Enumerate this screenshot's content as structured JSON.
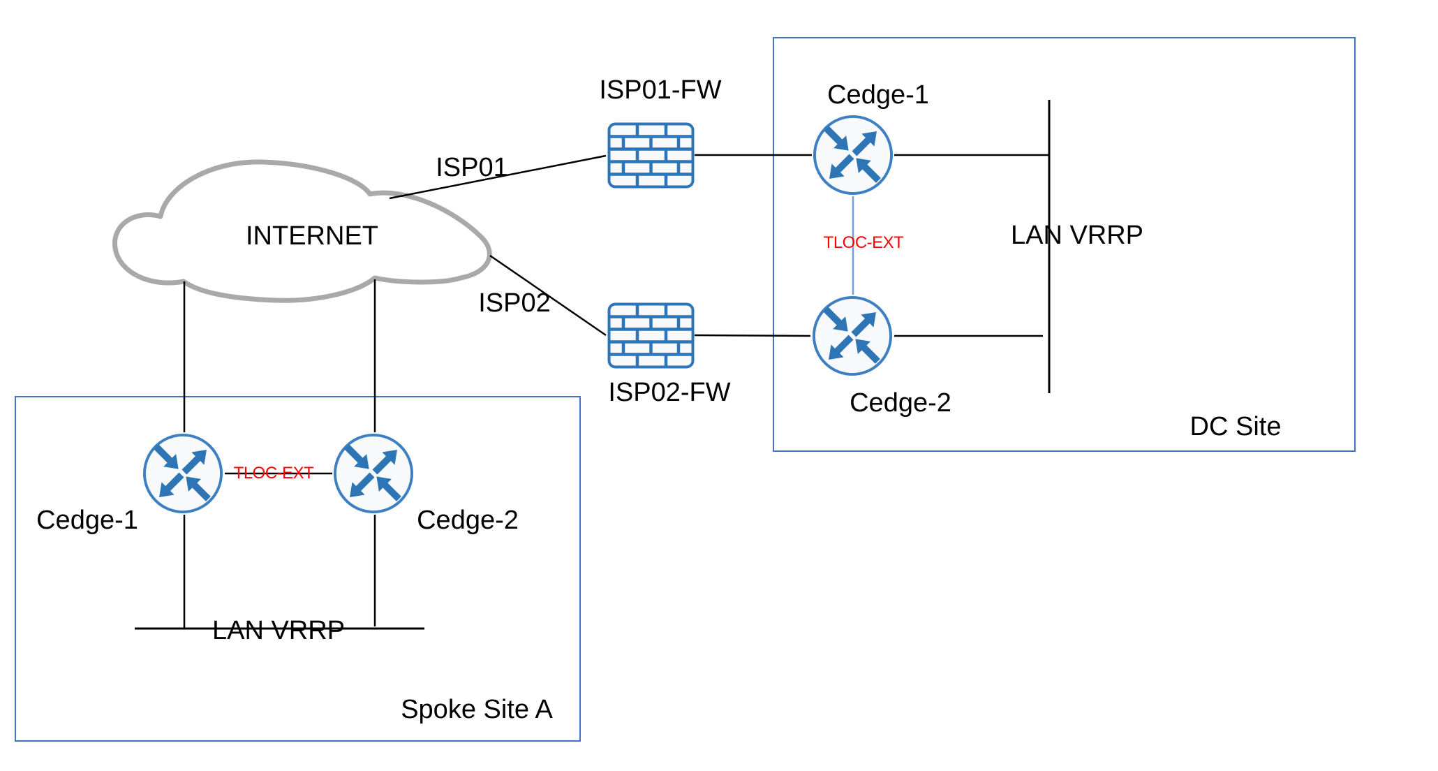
{
  "colors": {
    "accent_blue": "#4472C4",
    "icon_blue": "#2E75B6",
    "node_stroke": "#3E7FC1",
    "node_fill": "#F7F9FA",
    "fw_blue": "#2E74B9",
    "tloc_blue": "#7B9CDB",
    "cloud_gray": "#A9A9A9",
    "red": "#FF0000",
    "line_black": "#000000"
  },
  "cloud": {
    "label": "INTERNET"
  },
  "wan_links": {
    "isp01": "ISP01",
    "isp02": "ISP02"
  },
  "firewalls": {
    "fw1": "ISP01-FW",
    "fw2": "ISP02-FW"
  },
  "dc_site": {
    "title": "DC Site",
    "router1": "Cedge-1",
    "router2": "Cedge-2",
    "lan": "LAN VRRP",
    "tloc": "TLOC-EXT"
  },
  "spoke_site": {
    "title": "Spoke Site A",
    "router1": "Cedge-1",
    "router2": "Cedge-2",
    "lan": "LAN VRRP",
    "tloc": "TLOC-EXT"
  }
}
